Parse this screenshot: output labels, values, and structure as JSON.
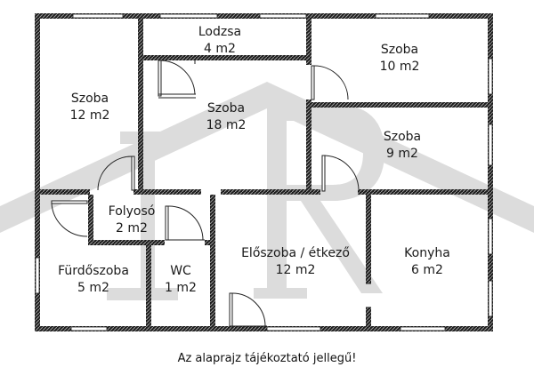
{
  "rooms": {
    "lodzsa": {
      "name": "Lodzsa",
      "area": "4 m2"
    },
    "szoba12": {
      "name": "Szoba",
      "area": "12 m2"
    },
    "szoba18": {
      "name": "Szoba",
      "area": "18 m2"
    },
    "szoba10": {
      "name": "Szoba",
      "area": "10 m2"
    },
    "szoba9": {
      "name": "Szoba",
      "area": "9 m2"
    },
    "folyoso": {
      "name": "Folyosó",
      "area": "2 m2"
    },
    "furdoszoba": {
      "name": "Fürdőszoba",
      "area": "5 m2"
    },
    "wc": {
      "name": "WC",
      "area": "1 m2"
    },
    "eloszoba": {
      "name": "Előszoba / étkező",
      "area": "12 m2"
    },
    "konyha": {
      "name": "Konyha",
      "area": "6 m2"
    }
  },
  "caption": "Az alaprajz tájékoztató jellegű!",
  "colors": {
    "wall": "#1c1c1c",
    "hatch": "#ffffff",
    "watermark": "#d9d9d9",
    "window": "#ffffff",
    "door": "#222222"
  }
}
